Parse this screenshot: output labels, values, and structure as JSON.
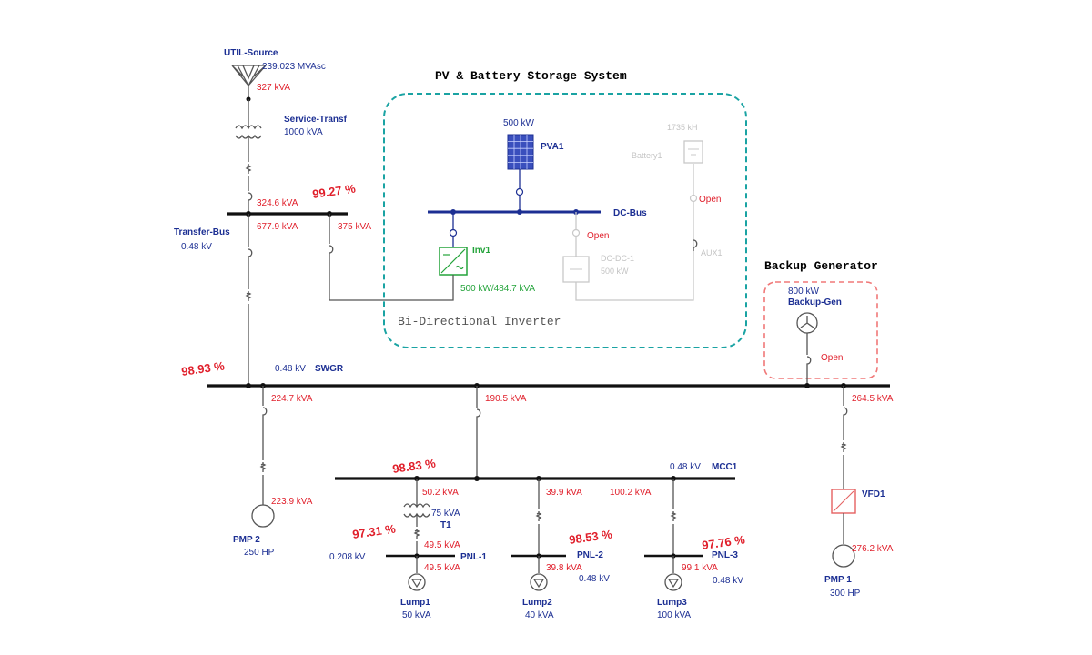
{
  "colors": {
    "label_blue": "#1c2f93",
    "flow_red": "#e01e2a",
    "inverter_green": "#23a33a",
    "pv_group_border": "#1aa3a3",
    "gen_group_border": "#f07878",
    "faded_grey": "#c4c4c4"
  },
  "icons": [
    "utility-source-icon",
    "transformer-icon",
    "breaker-icon",
    "pv-array-icon",
    "battery-icon",
    "inverter-icon",
    "dc-dc-converter-icon",
    "generator-icon",
    "motor-icon",
    "lumped-load-icon",
    "vfd-icon"
  ],
  "groups": {
    "pv": {
      "title": "PV & Battery Storage System",
      "subtitle": "Bi-Directional Inverter"
    },
    "gen": {
      "title": "Backup Generator"
    }
  },
  "utility": {
    "name": "UTIL-Source",
    "rating": "239.023 MVAsc",
    "flow": "327 kVA"
  },
  "service_transformer": {
    "name": "Service-Transf",
    "rating": "1000 kVA"
  },
  "transfer_bus": {
    "name": "Transfer-Bus",
    "voltage": "0.48 kV",
    "flow_in": "324.6 kVA",
    "voltage_pct": "99.27 %",
    "flow_down": "677.9 kVA",
    "flow_right": "375 kVA"
  },
  "pv_system": {
    "pva_rating": "500 kW",
    "pva_name": "PVA1",
    "battery_rating": "1735 kH",
    "battery_name": "Battery1",
    "battery_open": "Open",
    "dc_bus_name": "DC-Bus",
    "dcdc_open": "Open",
    "dcdc_name": "DC-DC-1",
    "dcdc_rating": "500 kW",
    "aux_name": "AUX1",
    "inv_name": "Inv1",
    "inv_rating": "500 kW/484.7 kVA"
  },
  "generator": {
    "rating": "800 kW",
    "name": "Backup-Gen",
    "open": "Open"
  },
  "swgr": {
    "voltage_pct": "98.93 %",
    "voltage": "0.48 kV",
    "name": "SWGR",
    "flow_pmp2": "224.7 kVA",
    "flow_mcc": "190.5 kVA",
    "flow_pmp1": "264.5 kVA"
  },
  "pmp2": {
    "flow": "223.9 kVA",
    "name": "PMP 2",
    "rating": "250 HP"
  },
  "mcc1": {
    "voltage_pct": "98.83 %",
    "voltage": "0.48 kV",
    "name": "MCC1",
    "flow_t1": "50.2 kVA",
    "flow_pnl2": "39.9 kVA",
    "flow_pnl3": "100.2 kVA"
  },
  "t1": {
    "rating": "75 kVA",
    "name": "T1"
  },
  "pnl1": {
    "voltage_pct": "97.31 %",
    "voltage": "0.208 kV",
    "name": "PNL-1",
    "flow_in": "49.5 kVA",
    "flow_out": "49.5 kVA"
  },
  "pnl2": {
    "voltage_pct": "98.53 %",
    "name": "PNL-2",
    "voltage": "0.48 kV",
    "flow_out": "39.8 kVA"
  },
  "pnl3": {
    "voltage_pct": "97.76 %",
    "name": "PNL-3",
    "voltage": "0.48 kV",
    "flow_out": "99.1 kVA"
  },
  "lump1": {
    "name": "Lump1",
    "rating": "50 kVA"
  },
  "lump2": {
    "name": "Lump2",
    "rating": "40 kVA"
  },
  "lump3": {
    "name": "Lump3",
    "rating": "100 kVA"
  },
  "vfd1": {
    "name": "VFD1"
  },
  "pmp1": {
    "flow": "276.2 kVA",
    "name": "PMP 1",
    "rating": "300 HP"
  }
}
